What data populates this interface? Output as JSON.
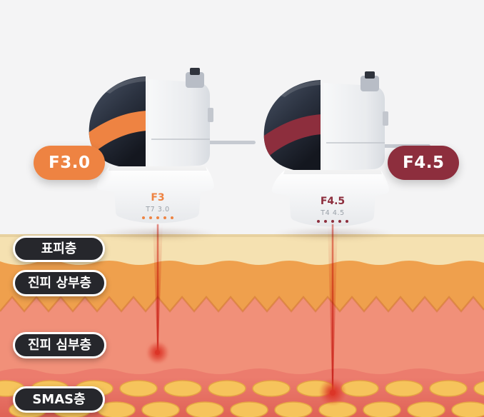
{
  "scene": {
    "background_top": "#f4f4f5",
    "beam_color": "#dc3527"
  },
  "devices": [
    {
      "badge_label": "F3.0",
      "accent_color": "#ee8342",
      "cartridge_line1": "F3",
      "cartridge_line2": "T7 3.0"
    },
    {
      "badge_label": "F4.5",
      "accent_color": "#8d2e3d",
      "cartridge_line1": "F4.5",
      "cartridge_line2": "T4 4.5"
    }
  ],
  "skin_layers": [
    {
      "label": "표피층",
      "color": "#f5e1b1"
    },
    {
      "label": "진피 상부층",
      "color": "#efa04d"
    },
    {
      "label": "진피 심부층",
      "color": "#f19079"
    },
    {
      "label": "SMAS층",
      "color": "#ec7c6d"
    }
  ]
}
